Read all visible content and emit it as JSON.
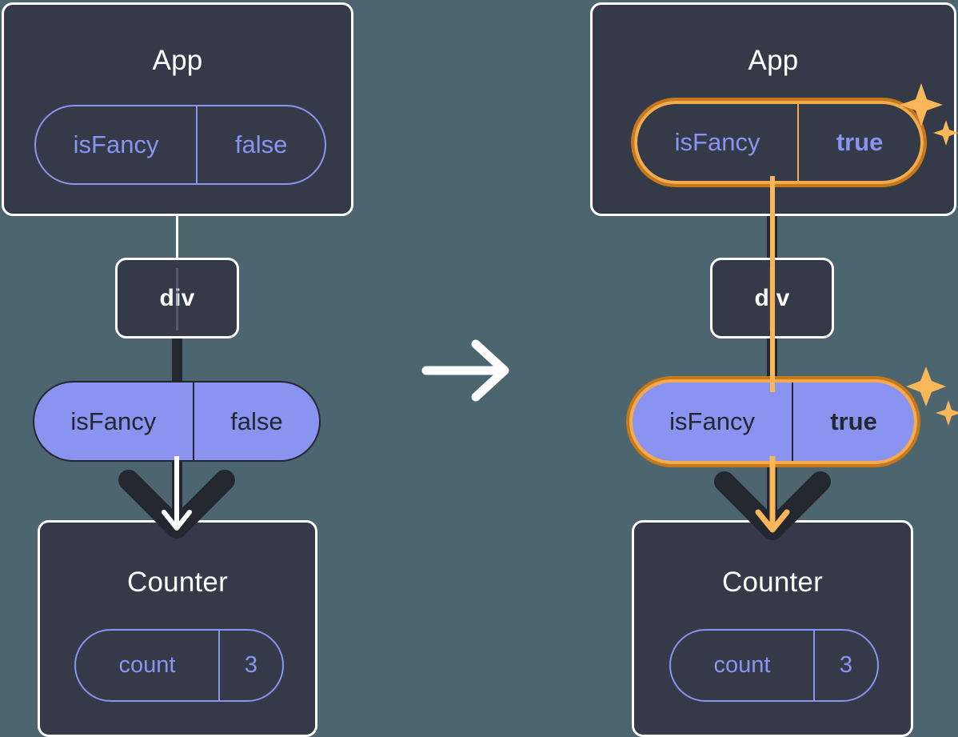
{
  "diagram": {
    "title": "React state propagation: isFancy false to true",
    "colors": {
      "background": "#4d656f",
      "box_fill": "#343a48",
      "box_border": "#ffffff",
      "pill_purple": "#8b93f0",
      "dark_ink": "#23272f",
      "highlight_orange_light": "#f3ab4e",
      "highlight_orange_dark": "#c6781a",
      "sparkle": "#f9b759",
      "connector_white": "#ffffff",
      "connector_orange": "#f9b759"
    },
    "transition_arrow": "right-arrow"
  },
  "left": {
    "app": {
      "title": "App",
      "prop": {
        "name": "isFancy",
        "value": "false",
        "highlighted": false
      }
    },
    "div": {
      "title": "div"
    },
    "floating_prop": {
      "name": "isFancy",
      "value": "false",
      "highlighted": false
    },
    "counter": {
      "title": "Counter",
      "state": {
        "name": "count",
        "value": "3"
      }
    }
  },
  "right": {
    "app": {
      "title": "App",
      "prop": {
        "name": "isFancy",
        "value": "true",
        "highlighted": true
      }
    },
    "div": {
      "title": "div"
    },
    "floating_prop": {
      "name": "isFancy",
      "value": "true",
      "highlighted": true
    },
    "counter": {
      "title": "Counter",
      "state": {
        "name": "count",
        "value": "3"
      }
    }
  }
}
